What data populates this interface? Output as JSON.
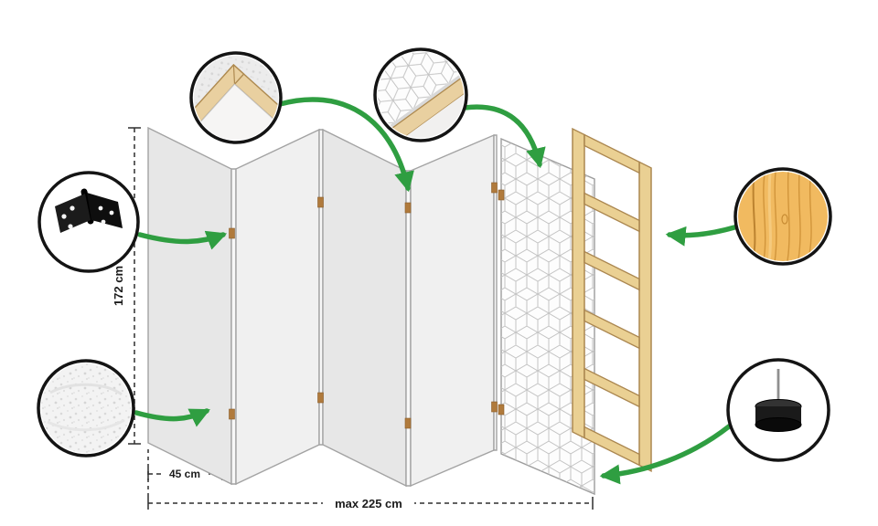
{
  "dimensions": {
    "height": "172 cm",
    "panel_width": "45 cm",
    "max_width": "max 225 cm"
  },
  "colors": {
    "arrow_green": "#2f9e41",
    "panel_fill": "#e7e7e7",
    "panel_fill_alt": "#f0f0f0",
    "panel_edge": "#f8f8f8",
    "panel_border": "#a3a3a3",
    "pattern_line": "#c4c4c4",
    "wood_fill": "#ead093",
    "wood_border": "#ab8750",
    "hinge_brown": "#b07a3c",
    "circle_border": "#141414"
  },
  "callout_icons": [
    "frame-corner-icon",
    "pattern-corner-icon",
    "hinge-icon",
    "fabric-texture-icon",
    "wood-texture-icon",
    "foot-icon"
  ]
}
